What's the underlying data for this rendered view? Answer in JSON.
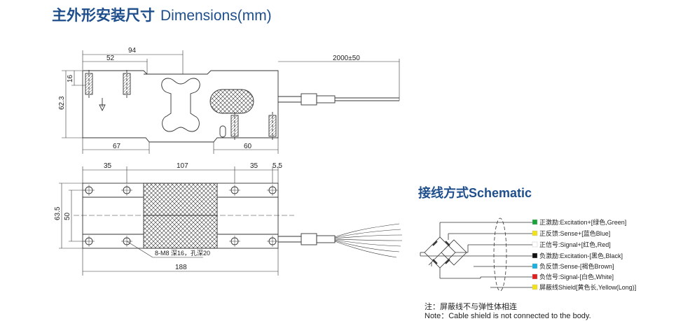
{
  "title": {
    "zh": "主外形安装尺寸",
    "en": "Dimensions(mm)"
  },
  "top_view": {
    "dims": {
      "d94": "94",
      "d52": "52",
      "d16": "16",
      "d623": "62.3",
      "d67": "67",
      "d60": "60",
      "cable": "2000±50"
    }
  },
  "side_view": {
    "dims": {
      "d35a": "35",
      "d107": "107",
      "d35b": "35",
      "d55": "5.5",
      "d635": "63.5",
      "d50": "50",
      "d188": "188"
    },
    "hole_note": "8-M8 深16，孔深20"
  },
  "schematic": {
    "title": "接线方式Schematic",
    "wires": [
      {
        "label": "正激励:Excitation+[绿色,Green]",
        "color": "#1aa33b"
      },
      {
        "label": "正反馈:Sense+[蓝色Blue]",
        "color": "#f2e21a"
      },
      {
        "label": "正信号:Signal+[红色,Red]",
        "color": "#ffffff"
      },
      {
        "label": "负激励:Excitation-[黑色,Black]",
        "color": "#111111"
      },
      {
        "label": "负反馈:Sense-[褐色Brown]",
        "color": "#1ab0e0"
      },
      {
        "label": "负信号:Signal-[白色,White]",
        "color": "#e02020"
      },
      {
        "label": "屏蔽线Shield[黄色长,Yellow(Long)]",
        "color": "#f2e21a"
      }
    ]
  },
  "note": {
    "zh": "注：屏蔽线不与弹性体相连",
    "en": "Note：Cable shield is not connected to the body."
  }
}
